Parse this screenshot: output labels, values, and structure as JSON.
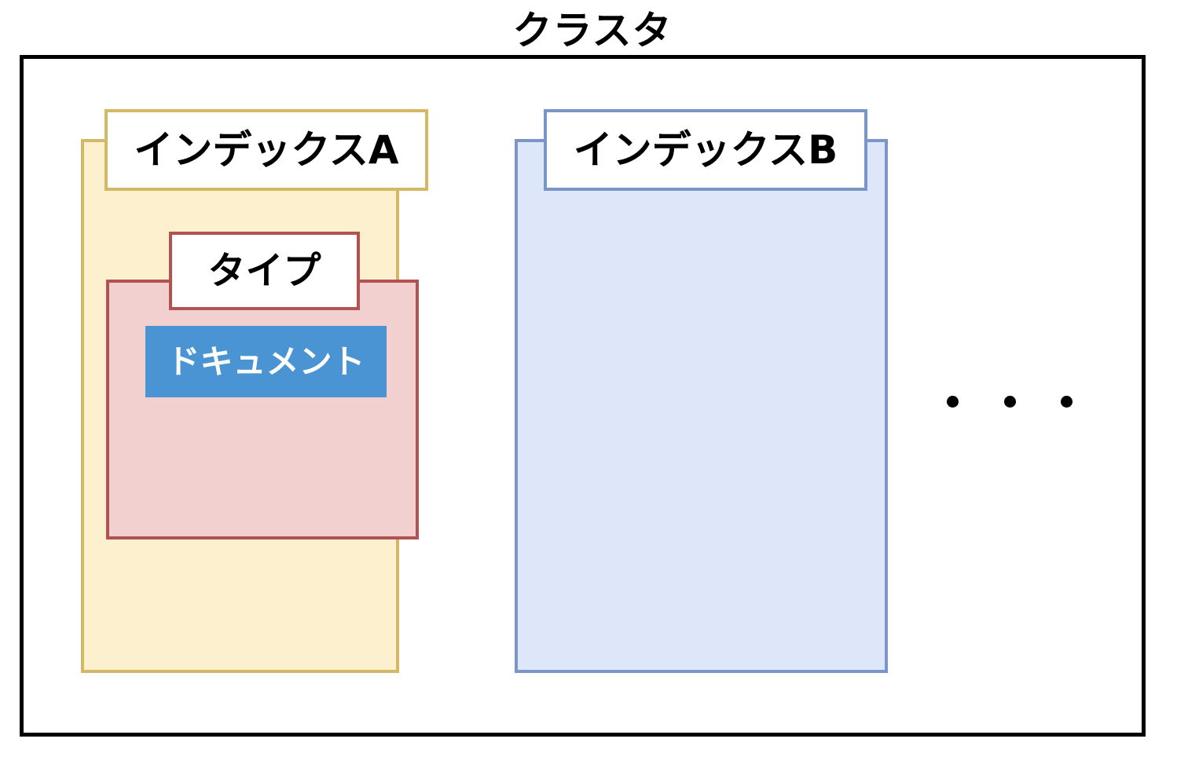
{
  "diagram": {
    "cluster": {
      "title": "クラスタ",
      "border_color": "#000000",
      "background": "#ffffff"
    },
    "indexes": [
      {
        "label": "インデックスA",
        "fill": "#fcf0ce",
        "border": "#d4b863",
        "type": {
          "label": "タイプ",
          "fill": "#f3d0d0",
          "border": "#b35252",
          "document": {
            "label": "ドキュメント",
            "fill": "#4a94d4",
            "text_color": "#ffffff"
          }
        }
      },
      {
        "label": "インデックスB",
        "fill": "#dee6fa",
        "border": "#7a95c8"
      }
    ],
    "ellipsis": {
      "symbol": "•",
      "count": 3,
      "color": "#000000"
    }
  }
}
